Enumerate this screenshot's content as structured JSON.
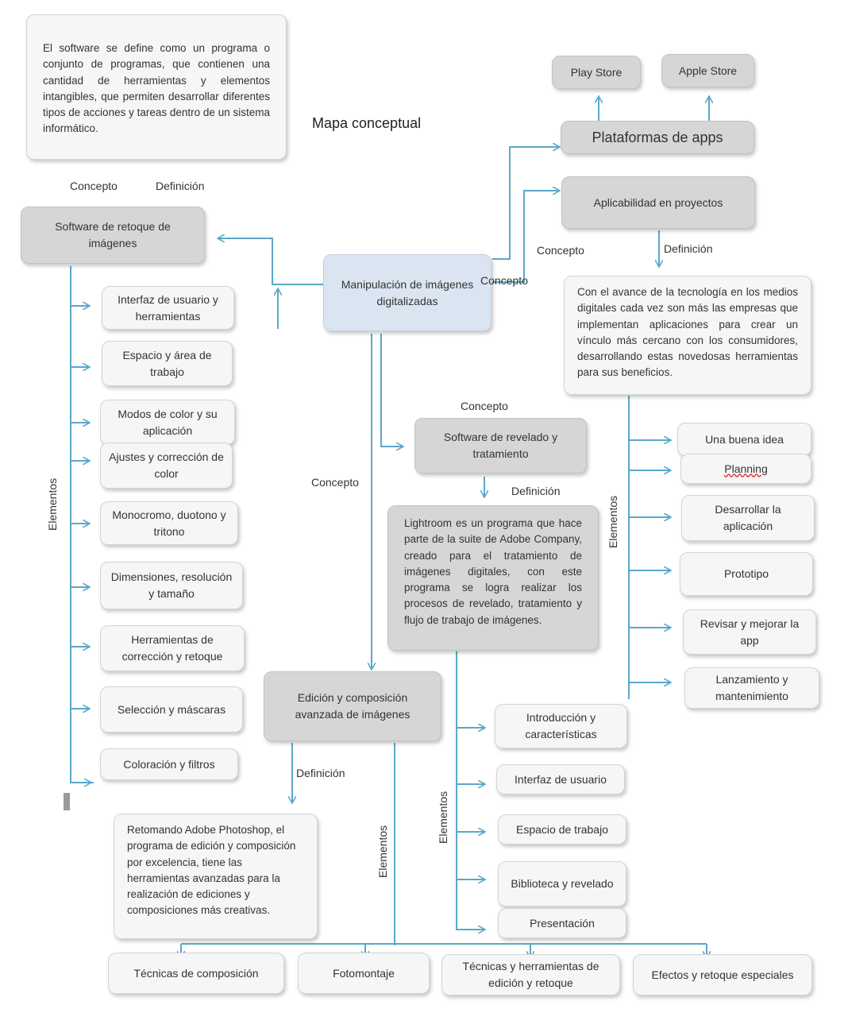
{
  "title": "Mapa conceptual",
  "center": "Manipulación de imágenes digitalizadas",
  "center_concept_label": "Concepto",
  "software_definition": "El software se define como un programa o conjunto de programas, que contienen una cantidad de herramientas y elementos intangibles, que permiten desarrollar diferentes tipos de acciones y tareas dentro de un sistema informático.",
  "label_concepto": "Concepto",
  "label_definicion": "Definición",
  "label_elementos": "Elementos",
  "retouch_software": "Software de retoque de imágenes",
  "retouch_elements": [
    "Interfaz de usuario y herramientas",
    "Espacio y área de trabajo",
    "Modos de color y su aplicación",
    "Ajustes y corrección de color",
    "Monocromo, duotono y tritono",
    "Dimensiones, resolución y tamaño",
    "Herramientas de corrección y retoque",
    "Selección y máscaras",
    "Coloración y filtros"
  ],
  "platforms": {
    "title": "Plataformas de apps",
    "stores": [
      "Play Store",
      "Apple Store"
    ]
  },
  "applicability": {
    "title": "Aplicabilidad en proyectos",
    "definition": "Con el avance de la tecnología en los medios digitales cada vez son más las empresas que implementan aplicaciones para crear un vínculo más cercano con los consumidores, desarrollando estas novedosas herramientas para sus beneficios.",
    "elements": [
      "Una buena idea",
      "Planning",
      "Desarrollar la aplicación",
      "Prototipo",
      "Revisar y mejorar la app",
      "Lanzamiento y mantenimiento"
    ]
  },
  "develop_software": {
    "title": "Software de revelado y tratamiento",
    "definition": "Lightroom es un programa que hace parte de la suite de Adobe Company, creado para el tratamiento de imágenes digitales, con este programa se logra realizar los procesos de revelado, tratamiento y flujo de trabajo de imágenes.",
    "elements": [
      "Introducción y características",
      "Interfaz de usuario",
      "Espacio de trabajo",
      "Biblioteca y revelado",
      "Presentación"
    ]
  },
  "advanced_editing": {
    "title": "Edición y composición avanzada de imágenes",
    "definition": "Retomando Adobe Photoshop, el programa de edición y composición por excelencia, tiene las herramientas avanzadas para la realización de ediciones y composiciones más creativas.",
    "elements": [
      "Técnicas de composición",
      "Fotomontaje",
      "Técnicas y herramientas de edición y retoque",
      "Efectos y retoque especiales"
    ]
  },
  "colors": {
    "line": "#5aa8c8",
    "box": "#f6f6f6",
    "box_dark": "#d6d6d6",
    "center": "#dbe5f1"
  }
}
